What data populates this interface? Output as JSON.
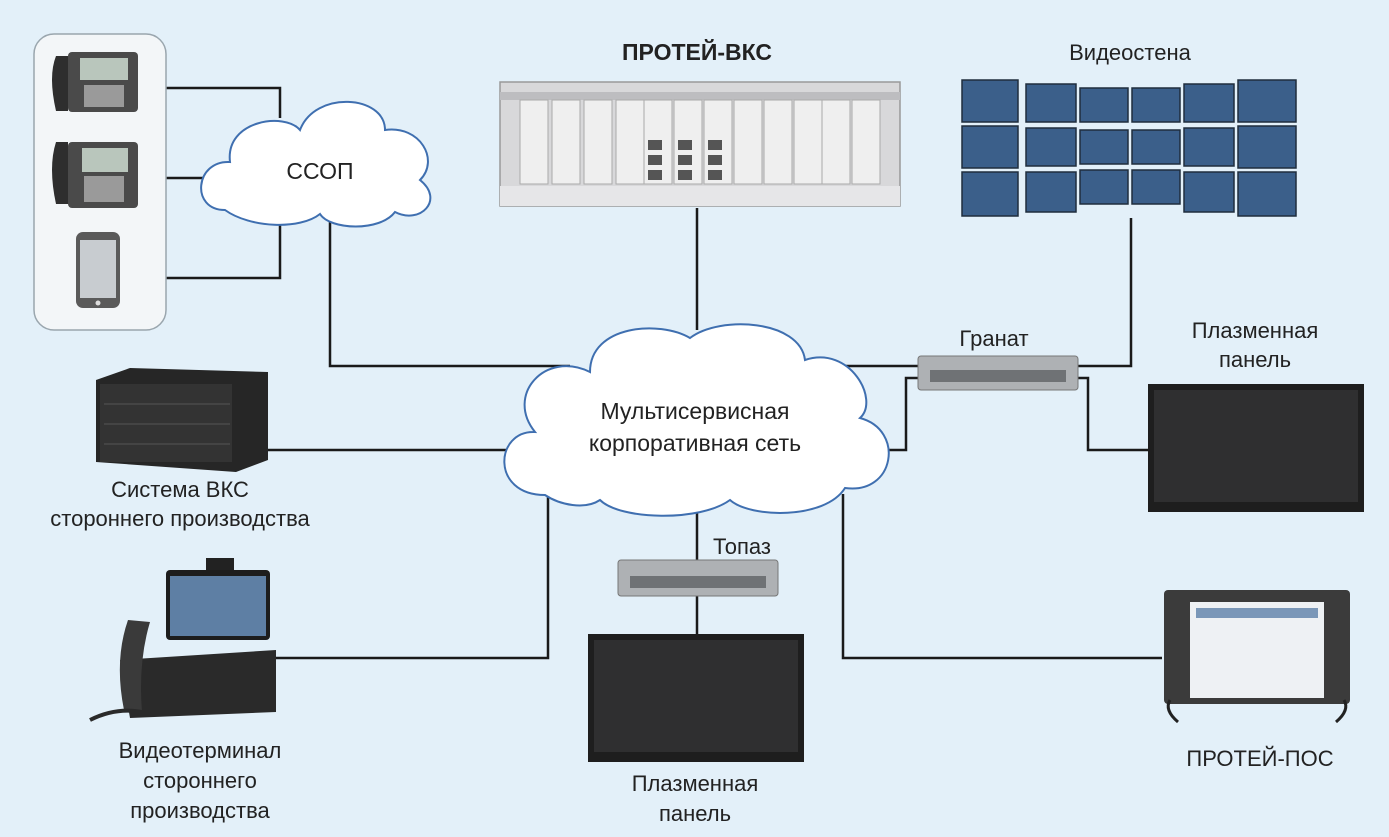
{
  "title": "ПРОТЕЙ-ВКС",
  "clouds": {
    "ssop": "ССОП",
    "core_line1": "Мультисервисная",
    "core_line2": "корпоративная сеть"
  },
  "labels": {
    "videowall": "Видеостена",
    "granat": "Гранат",
    "plasma_right_1": "Плазменная",
    "plasma_right_2": "панель",
    "vks_third_1": "Система ВКС",
    "vks_third_2": "стороннего производства",
    "topaz": "Топаз",
    "plasma_bottom_1": "Плазменная",
    "plasma_bottom_2": "панель",
    "videoterminal_1": "Видеотерминал",
    "videoterminal_2": "стороннего",
    "videoterminal_3": "производства",
    "protei_pos": "ПРОТЕЙ-ПОС"
  },
  "colors": {
    "background": "#e3f0f9",
    "line": "#1a1a1a",
    "cloud_fill": "#ffffff",
    "cloud_stroke": "#3f6fb0",
    "screen": "#2a2a2a"
  },
  "icons": [
    "ip-phone-icon",
    "mobile-phone-icon",
    "server-rack-icon",
    "video-wall-icon",
    "mini-pc-icon",
    "plasma-panel-icon",
    "vks-system-icon",
    "video-terminal-icon",
    "dispatcher-console-icon"
  ]
}
